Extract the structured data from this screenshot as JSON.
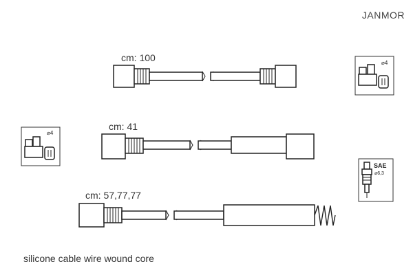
{
  "brand": "JANMOR",
  "caption": "silicone cable wire wound core",
  "cables": [
    {
      "label": "cm: 100"
    },
    {
      "label": "cm: 41"
    },
    {
      "label": "cm: 57,77,77"
    }
  ],
  "icons": {
    "distributor_right": {
      "name": "distributor-cap-icon",
      "diameter_label": "⌀4"
    },
    "distributor_left": {
      "name": "distributor-cap-icon",
      "diameter_label": "⌀4"
    },
    "spark_plug": {
      "name": "spark-plug-icon",
      "standard": "SAE",
      "diameter_label": "⌀6,3"
    }
  }
}
